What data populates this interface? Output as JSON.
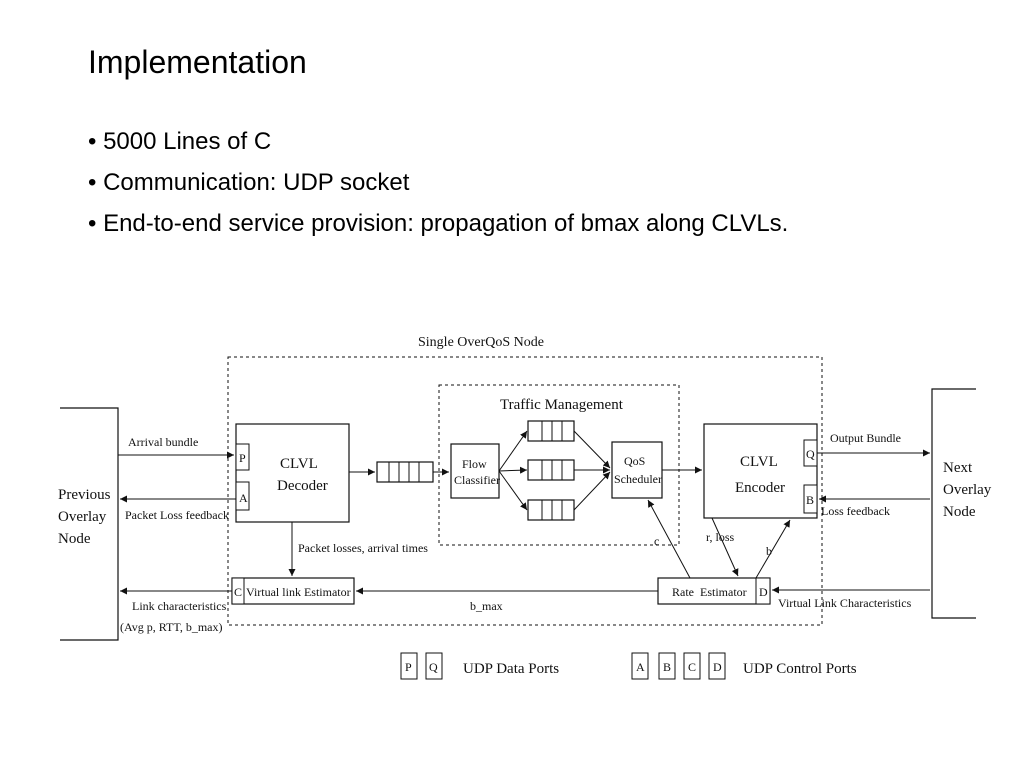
{
  "slide": {
    "title": "Implementation",
    "bullets": [
      "• 5000 Lines of C",
      "• Communication: UDP socket",
      "• End-to-end service provision: propagation of bmax along CLVLs."
    ]
  },
  "diagram": {
    "node_title": "Single OverQoS Node",
    "traffic_management": "Traffic Management",
    "previous_node": [
      "Previous",
      "Overlay",
      "Node"
    ],
    "next_node": [
      "Next",
      "Overlay",
      "Node"
    ],
    "decoder": [
      "CLVL",
      "Decoder"
    ],
    "encoder": [
      "CLVL",
      "Encoder"
    ],
    "flow_classifier": [
      "Flow",
      "Classifier"
    ],
    "qos_scheduler": [
      "QoS",
      "Scheduler"
    ],
    "virtual_link_estimator": "Virtual link Estimator",
    "rate_estimator": "Rate  Estimator",
    "ports": {
      "p": "P",
      "a": "A",
      "q": "Q",
      "b": "B",
      "c": "C",
      "d": "D"
    },
    "labels": {
      "arrival_bundle": "Arrival bundle",
      "packet_loss_feedback": "Packet Loss feedback",
      "output_bundle": "Output Bundle",
      "loss_feedback": "Loss feedback",
      "packet_losses_arrival": "Packet losses, arrival times",
      "link_characteristics": "Link characteristics",
      "link_characteristics_detail": "(Avg p, RTT, b_max)",
      "virtual_link_characteristics": "Virtual Link Characteristics",
      "b_max": "b_max",
      "c": "c",
      "r_loss": "r, loss",
      "b": "b"
    },
    "legend": {
      "data_ports": [
        "P",
        "Q"
      ],
      "data_ports_label": "UDP Data Ports",
      "control_ports": [
        "A",
        "B",
        "C",
        "D"
      ],
      "control_ports_label": "UDP Control Ports"
    }
  }
}
